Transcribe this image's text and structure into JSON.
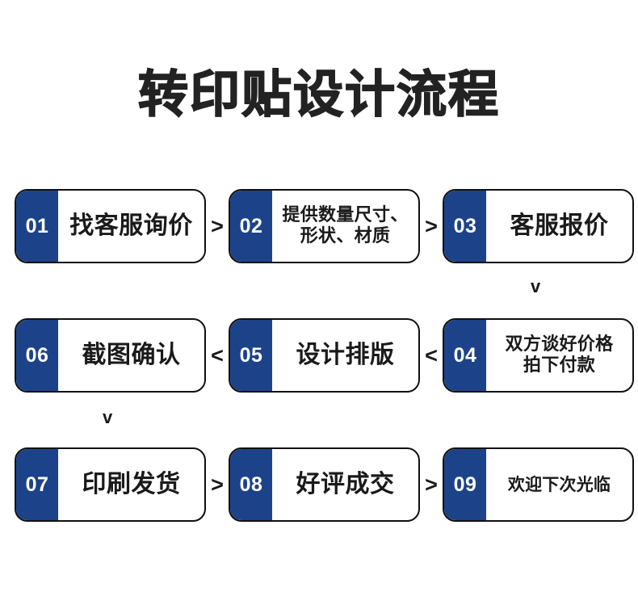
{
  "page": {
    "title": "转印贴设计流程",
    "background_color": "#ffffff",
    "accent_color": "#1c4389",
    "text_color": "#1a1a1a"
  },
  "flow": {
    "rows": [
      {
        "id": "row-1",
        "direction": "left-to-right",
        "separator": ">",
        "steps": [
          {
            "number": "01",
            "label": "找客服询价",
            "size": "lg"
          },
          {
            "number": "02",
            "label": "提供数量尺寸、\n形状、材质",
            "size": "md"
          },
          {
            "number": "03",
            "label": "客服报价",
            "size": "lg"
          }
        ]
      },
      {
        "id": "row-2",
        "direction": "right-to-left",
        "separator": "<",
        "steps": [
          {
            "number": "06",
            "label": "截图确认",
            "size": "lg"
          },
          {
            "number": "05",
            "label": "设计排版",
            "size": "lg"
          },
          {
            "number": "04",
            "label": "双方谈好价格\n拍下付款",
            "size": "md"
          }
        ]
      },
      {
        "id": "row-3",
        "direction": "left-to-right",
        "separator": ">",
        "steps": [
          {
            "number": "07",
            "label": "印刷发货",
            "size": "lg"
          },
          {
            "number": "08",
            "label": "好评成交",
            "size": "lg"
          },
          {
            "number": "09",
            "label": "欢迎下次光临",
            "size": "sm"
          }
        ]
      }
    ],
    "vertical_connectors": [
      {
        "id": "v-arrow-right",
        "glyph": "v",
        "from_step": "03",
        "to_step": "04"
      },
      {
        "id": "v-arrow-left",
        "glyph": "v",
        "from_step": "06",
        "to_step": "07"
      }
    ]
  }
}
